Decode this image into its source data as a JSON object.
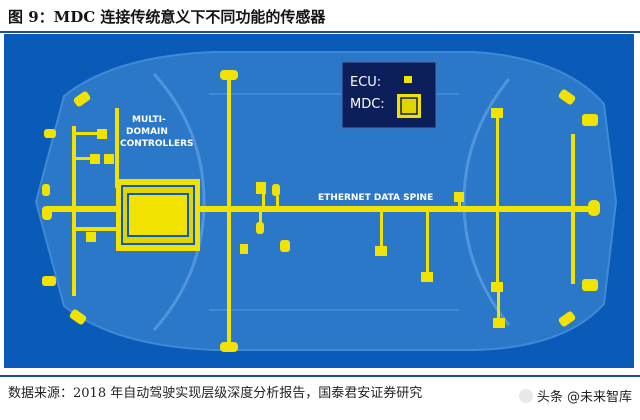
{
  "figure": {
    "title": "图 9：MDC 连接传统意义下不同功能的传感器"
  },
  "diagram": {
    "label_multi_domain": [
      "MULTI-",
      "DOMAIN",
      "CONTROLLERS"
    ],
    "label_spine": "ETHERNET DATA SPINE",
    "legend": {
      "ecu_label": "ECU:",
      "mdc_label": "MDC:"
    },
    "colors": {
      "background": "#0a5bb8",
      "car": "#2c78c8",
      "node": "#f2e200",
      "legend_bg": "#0c1f5a",
      "legend_border": "#4a6fb0"
    }
  },
  "footer": {
    "source": "数据来源：2018 年自动驾驶实现层级深度分析报告，国泰君安证券研究",
    "watermark": "头条 @未来智库"
  }
}
